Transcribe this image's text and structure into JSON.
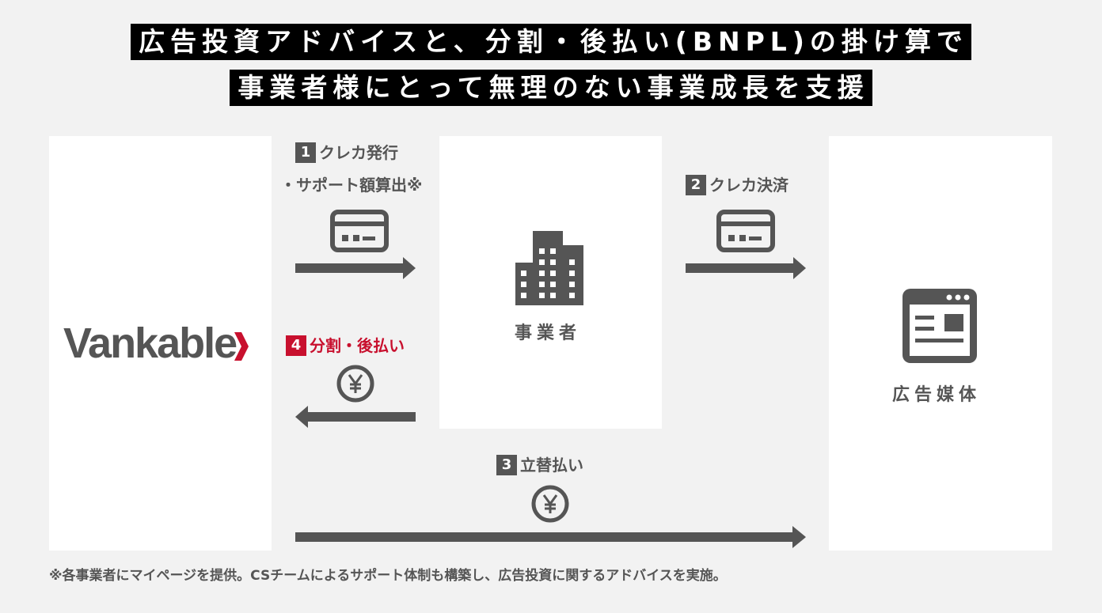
{
  "title": {
    "line1": "広告投資アドバイスと、分割・後払い(BNPL)の掛け算で",
    "line2": "事業者様にとって無理のない事業成長を支援"
  },
  "nodes": {
    "vankable": "Vankable",
    "business": "事業者",
    "media": "広告媒体"
  },
  "steps": {
    "step1": {
      "num": "1",
      "line1": "クレカ発行",
      "line2": "・サポート額算出※"
    },
    "step2": {
      "num": "2",
      "label": "クレカ決済"
    },
    "step3": {
      "num": "3",
      "label": "立替払い"
    },
    "step4": {
      "num": "4",
      "label": "分割・後払い"
    }
  },
  "footnote": "※各事業者にマイページを提供。CSチームによるサポート体制も構築し、広告投資に関するアドバイスを実施。",
  "colors": {
    "gray": "#555555",
    "red": "#c8102e",
    "background": "#f2f2f2",
    "panel": "#ffffff"
  },
  "icons": {
    "card": "credit-card-icon",
    "yen": "yen-coin-icon",
    "building": "building-icon",
    "media": "browser-window-icon"
  }
}
